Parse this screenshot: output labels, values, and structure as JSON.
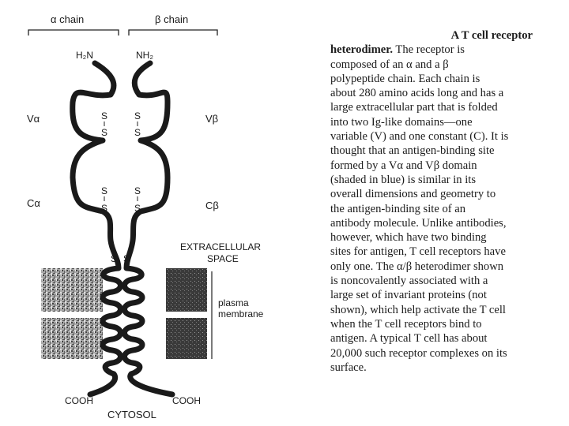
{
  "figure": {
    "alpha_chain_label": "α chain",
    "beta_chain_label": "β chain",
    "left_terminus_n": "H₂N",
    "right_terminus_n": "NH₂",
    "v_alpha": "Vα",
    "v_beta": "Vβ",
    "c_alpha": "Cα",
    "c_beta": "Cβ",
    "disulfide": "S",
    "extracellular_label_1": "EXTRACELLULAR",
    "extracellular_label_2": "SPACE",
    "membrane_label_1": "plasma",
    "membrane_label_2": "membrane",
    "left_terminus_c": "COOH",
    "right_terminus_c": "COOH",
    "cytosol_label": "CYTOSOL"
  },
  "caption": {
    "title": "A T cell receptor",
    "lines": [
      "heterodimer. The receptor is",
      "composed of an α and a β",
      "polypeptide chain. Each chain is",
      "about 280 amino acids long and has a",
      "large extracellular part that is folded",
      "into two Ig-like domains—one",
      "variable (V) and one constant (C). It is",
      "thought that an antigen-binding site",
      "formed by a Vα and Vβ domain",
      "(shaded in blue) is similar in its",
      "overall dimensions and geometry to",
      "the antigen-binding site of an",
      "antibody molecule. Unlike antibodies,",
      "however, which have two binding",
      "sites for antigen, T cell receptors have",
      "only one. The α/β heterodimer shown",
      "is noncovalently associated with a",
      "large set of invariant proteins (not",
      "shown), which help activate the T cell",
      "when the T cell receptors bind to",
      "antigen. A typical T cell has about",
      "20,000 such receptor complexes on its",
      "surface."
    ]
  }
}
